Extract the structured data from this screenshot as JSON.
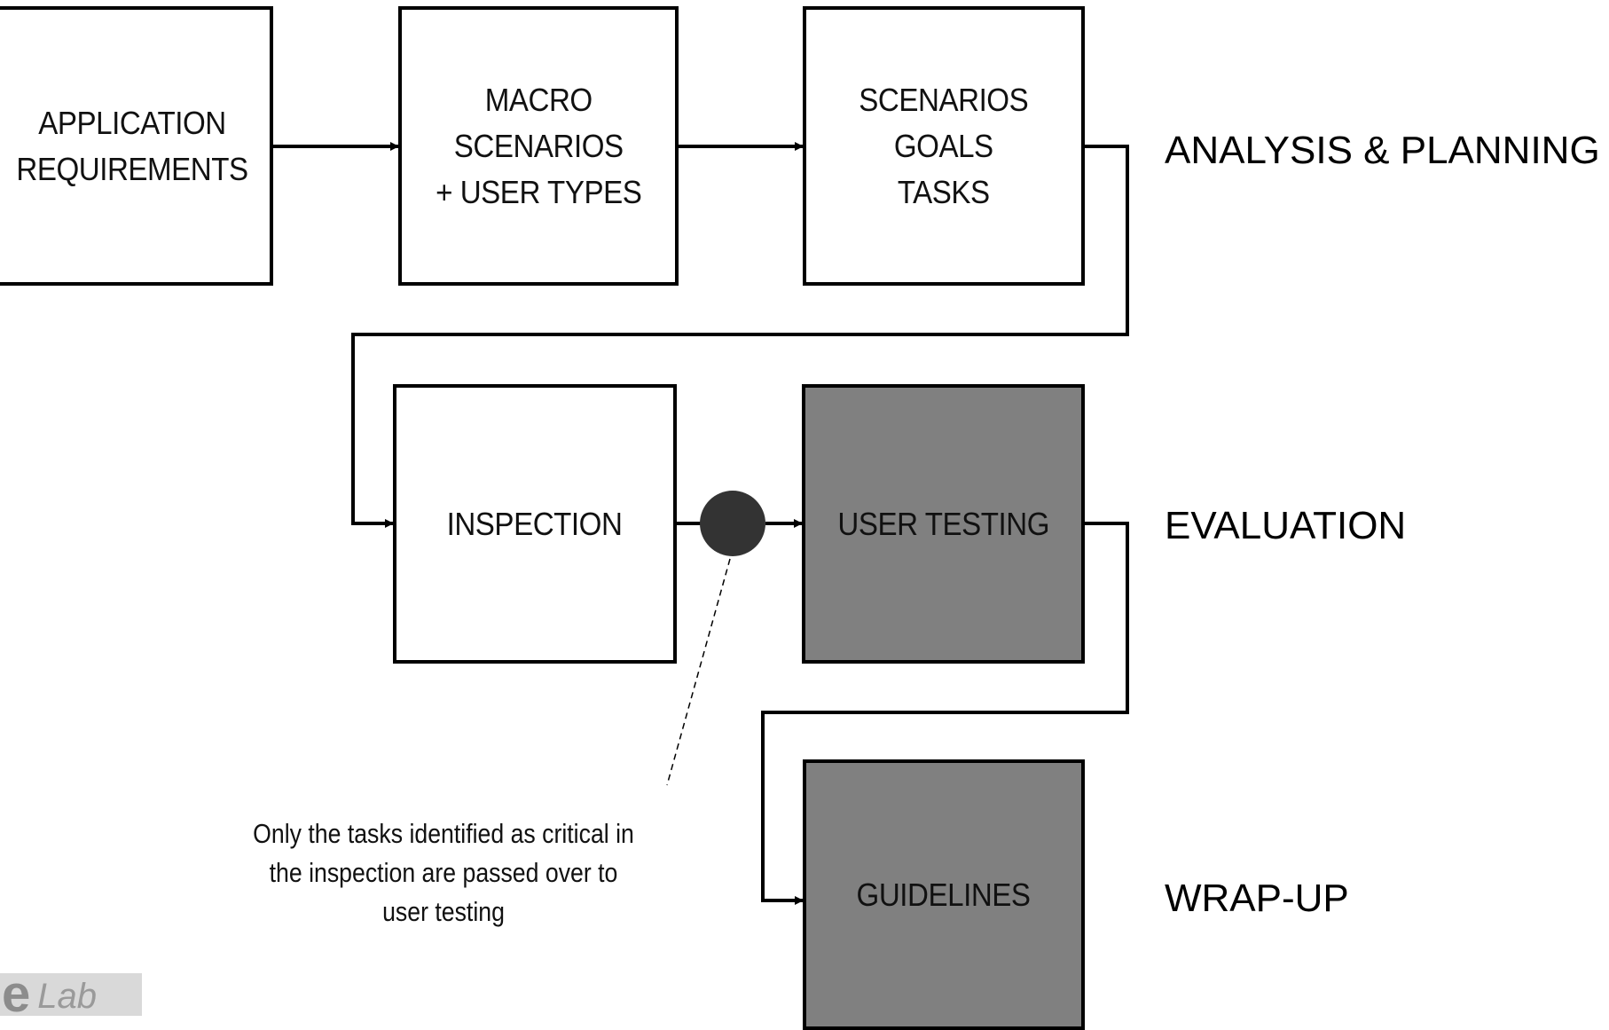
{
  "boxes": {
    "application_requirements": "APPLICATION\nREQUIREMENTS",
    "macro_scenarios": "MACRO\nSCENARIOS\n+ USER TYPES",
    "scenarios_goals_tasks": "SCENARIOS\nGOALS\nTASKS",
    "inspection": "INSPECTION",
    "user_testing": "USER TESTING",
    "guidelines": "GUIDELINES"
  },
  "phases": {
    "analysis_planning": "ANALYSIS & PLANNING",
    "evaluation": "EVALUATION",
    "wrap_up": "WRAP-UP"
  },
  "annotation": "Only the tasks identified as critical in the inspection are passed over to user testing",
  "logo": {
    "mark": "e",
    "text": "Lab"
  },
  "colors": {
    "highlight_box": "#808080",
    "filter_node": "#333333",
    "line": "#000000"
  }
}
